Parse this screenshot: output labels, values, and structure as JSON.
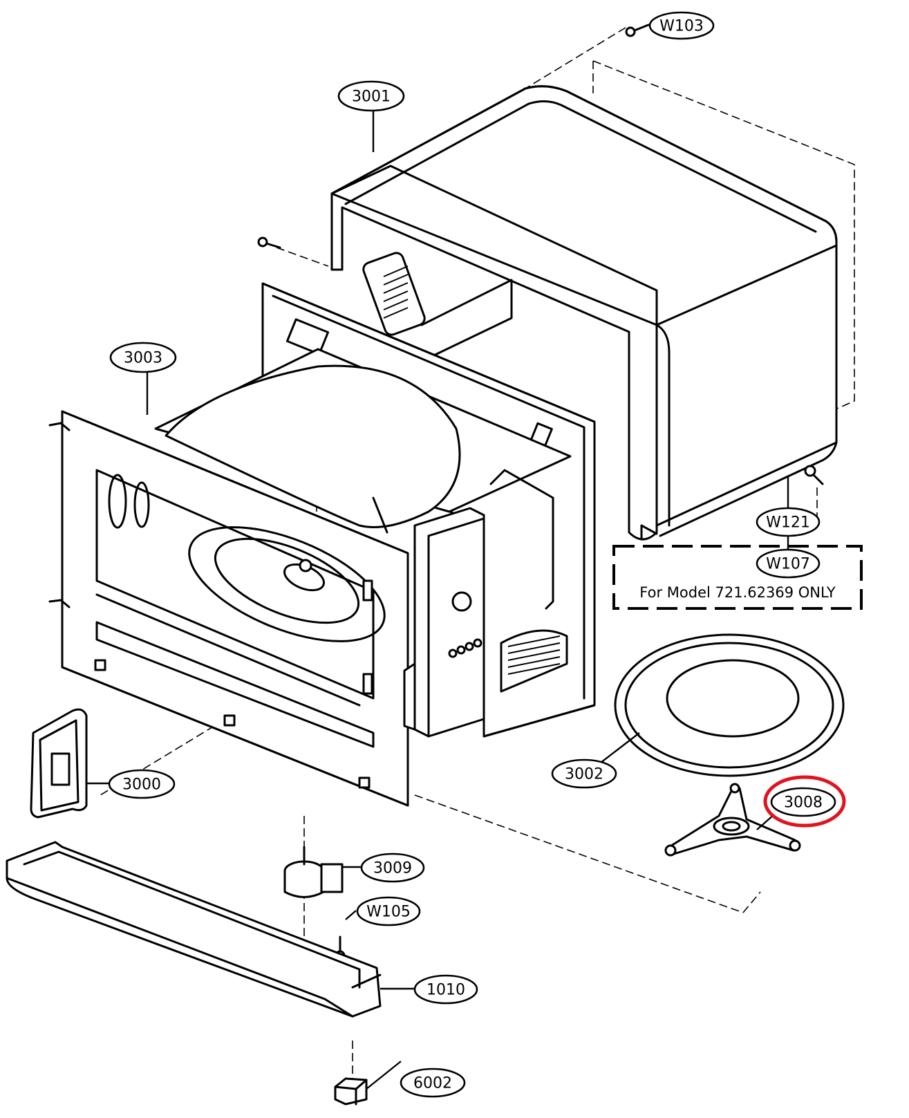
{
  "callouts": {
    "w103": "W103",
    "p3001": "3001",
    "p3003": "3003",
    "w121": "W121",
    "w107": "W107",
    "p3002": "3002",
    "p3008": "3008",
    "p3000": "3000",
    "p3009": "3009",
    "w105": "W105",
    "p1010": "1010",
    "p6002": "6002"
  },
  "note": {
    "text": "For Model 721.62369 ONLY"
  },
  "highlight": {
    "part": "3008",
    "color": "#e0141e"
  }
}
